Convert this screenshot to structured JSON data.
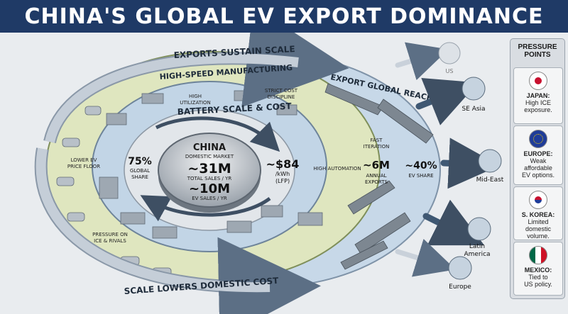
{
  "title": "CHINA'S GLOBAL EV EXPORT DOMINANCE",
  "rings": {
    "outer_arrow_top": "EXPORTS SUSTAIN SCALE",
    "outer_arrow_bottom": "SCALE LOWERS DOMESTIC COST",
    "manufacturing": "HIGH-SPEED MANUFACTURING",
    "battery": "BATTERY SCALE & COST",
    "export_reach": "EXPORT GLOBAL REACH"
  },
  "core": {
    "country": "CHINA",
    "subtitle": "DOMESTIC MARKET",
    "total_sales": "~31M",
    "total_sales_label": "TOTAL SALES / YR",
    "ev_sales": "~10M",
    "ev_sales_label": "EV SALES / YR"
  },
  "stats": {
    "global_share_value": "75%",
    "global_share_label1": "GLOBAL",
    "global_share_label2": "SHARE",
    "battery_cost_value": "~$84",
    "battery_cost_unit": "/kWh",
    "battery_cost_type": "(LFP)",
    "exports_value": "~6M",
    "exports_label1": "ANNUAL",
    "exports_label2": "EXPORTS",
    "ev_share_value": "~40%",
    "ev_share_label": "EV SHARE"
  },
  "labels": {
    "high_util1": "HIGH",
    "high_util2": "UTILIZATION",
    "strict1": "STRICT COST",
    "strict2": "DISCIPLINE",
    "fast1": "FAST",
    "fast2": "ITERATION",
    "high_auto": "HIGH AUTOMATION",
    "price_floor1": "LOWER EV",
    "price_floor2": "PRICE FLOOR",
    "pressure1": "PRESSURE ON",
    "pressure2": "ICE & RIVALS"
  },
  "destinations": [
    "US",
    "SE Asia",
    "Mid-East",
    "Latin",
    "America",
    "Europe"
  ],
  "pressure_points": {
    "title1": "PRESSURE",
    "title2": "POINTS",
    "items": [
      {
        "country": "JAPAN:",
        "l1": "High ICE",
        "l2": "exposure.",
        "l3": ""
      },
      {
        "country": "EUROPE:",
        "l1": "Weak",
        "l2": "affordable",
        "l3": "EV options."
      },
      {
        "country": "S. KOREA:",
        "l1": "Limited",
        "l2": "domestic",
        "l3": "volume."
      },
      {
        "country": "MEXICO:",
        "l1": "Tied to",
        "l2": "US policy.",
        "l3": ""
      }
    ]
  },
  "colors": {
    "title_bg": "#1f3a66",
    "outer_ring": "#b9cfe0",
    "green_ring": "#dfe6bf",
    "blue_ring": "#bfd3e6",
    "arrow": "#5c6f85"
  }
}
